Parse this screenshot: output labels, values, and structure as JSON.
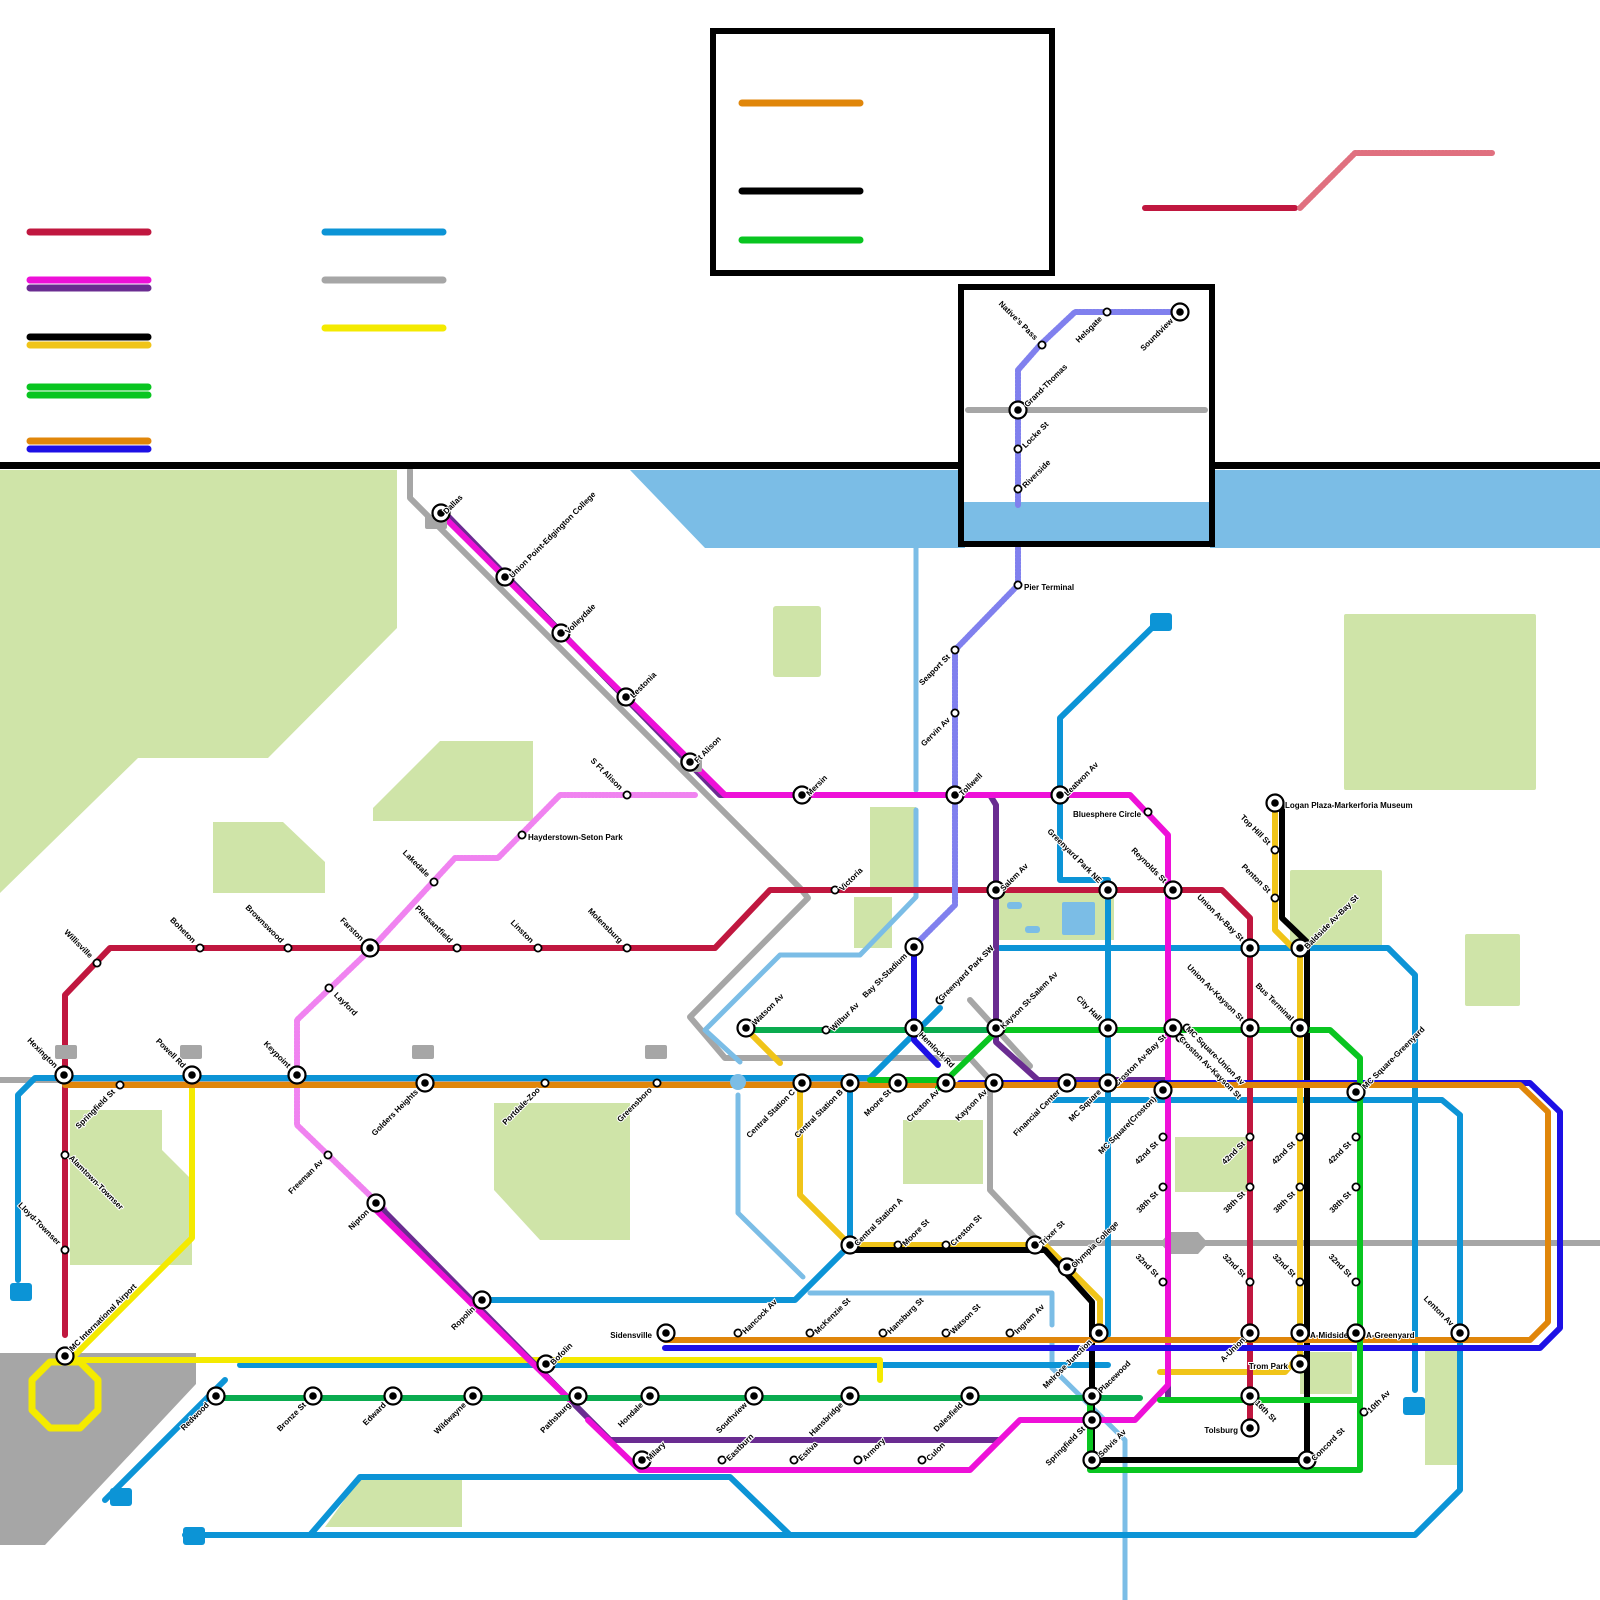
{
  "colors": {
    "park": "#cfe4a8",
    "water": "#7bbde6",
    "urban": "#a6a6a6",
    "frame": "#000000",
    "crimson": "#c0173f",
    "magenta": "#ee10d8",
    "purple": "#6a2c91",
    "black": "#000000",
    "gold": "#f0c419",
    "green": "#09c520",
    "darkgreen": "#0aab4f",
    "orange": "#e0860a",
    "blue": "#1d10e5",
    "cyan": "#0c94d6",
    "lightblue": "#7bbde6",
    "gray": "#a6a6a6",
    "yellow": "#f4ea00",
    "pink": "#f083f0",
    "lavender": "#8080ee",
    "salmon": "#e0707f"
  },
  "legend": {
    "items": [
      {
        "key": "crimson",
        "colors": [
          "crimson"
        ]
      },
      {
        "key": "magenta-purple",
        "colors": [
          "magenta",
          "purple"
        ]
      },
      {
        "key": "black-gold",
        "colors": [
          "black",
          "gold"
        ]
      },
      {
        "key": "green-green",
        "colors": [
          "green",
          "green"
        ]
      },
      {
        "key": "orange-blue",
        "colors": [
          "orange",
          "blue"
        ]
      },
      {
        "key": "cyan",
        "colors": [
          "cyan"
        ]
      },
      {
        "key": "gray",
        "colors": [
          "gray"
        ]
      },
      {
        "key": "yellow",
        "colors": [
          "yellow"
        ]
      },
      {
        "key": "box-orange",
        "colors": [
          "orange"
        ]
      },
      {
        "key": "box-black",
        "colors": [
          "black"
        ]
      },
      {
        "key": "box-green",
        "colors": [
          "green"
        ]
      }
    ]
  },
  "icons": [
    "station-interchange-icon",
    "station-stop-icon",
    "line-terminus-icon"
  ],
  "stations": [
    {
      "id": "dallas",
      "name": "Dallas"
    },
    {
      "id": "union-point-edgington",
      "name": "Union Point-Edgington College"
    },
    {
      "id": "volleydale",
      "name": "Volleydale"
    },
    {
      "id": "lestonia",
      "name": "Lestonia"
    },
    {
      "id": "ft-alison",
      "name": "Ft Alison"
    },
    {
      "id": "mersin",
      "name": "Mersin"
    },
    {
      "id": "tollwell",
      "name": "Tollwell"
    },
    {
      "id": "leatwon-av",
      "name": "Leatwon Av"
    },
    {
      "id": "bluesphere-circle",
      "name": "Bluesphere Circle"
    },
    {
      "id": "s-ft-alison",
      "name": "S Ft Alison"
    },
    {
      "id": "hayderstown-seton-park",
      "name": "Hayderstown-Seton Park"
    },
    {
      "id": "lakedale",
      "name": "Lakedale"
    },
    {
      "id": "pleasantfield",
      "name": "Pleasantfield"
    },
    {
      "id": "farston",
      "name": "Farston"
    },
    {
      "id": "layford",
      "name": "Layford"
    },
    {
      "id": "willisville",
      "name": "Willisville"
    },
    {
      "id": "boheton",
      "name": "Boheton"
    },
    {
      "id": "brownswood",
      "name": "Brownswood"
    },
    {
      "id": "linston",
      "name": "Linston"
    },
    {
      "id": "molensburg",
      "name": "Molensburg"
    },
    {
      "id": "victoria",
      "name": "Victoria"
    },
    {
      "id": "salem-av",
      "name": "Salem Av"
    },
    {
      "id": "greenyard-park-ne",
      "name": "Greenyard Park NE"
    },
    {
      "id": "reynolds-st",
      "name": "Reynolds St"
    },
    {
      "id": "union-av-bay-st",
      "name": "Union Av-Bay St"
    },
    {
      "id": "top-hill-st",
      "name": "Top Hill St"
    },
    {
      "id": "logan-plaza",
      "name": "Logan Plaza-Markerforia Museum"
    },
    {
      "id": "penton-st",
      "name": "Penton St"
    },
    {
      "id": "baldside-av-bay-st",
      "name": "Baldside Av-Bay St"
    },
    {
      "id": "seaport-st",
      "name": "Seaport St"
    },
    {
      "id": "gervin-av",
      "name": "Gervin Av"
    },
    {
      "id": "pier-terminal",
      "name": "Pier Terminal"
    },
    {
      "id": "natives-pass",
      "name": "Native's Pass"
    },
    {
      "id": "helsgate",
      "name": "Helsgate"
    },
    {
      "id": "soundview",
      "name": "Soundview"
    },
    {
      "id": "grand-thomas",
      "name": "Grand-Thomas"
    },
    {
      "id": "locke-st",
      "name": "Locke St"
    },
    {
      "id": "riverside",
      "name": "Riverside"
    },
    {
      "id": "bay-st-stadium",
      "name": "Bay St-Stadium"
    },
    {
      "id": "greenyard-park-sw",
      "name": "Greenyard Park SW"
    },
    {
      "id": "watson-av",
      "name": "Watson Av"
    },
    {
      "id": "wilbur-av",
      "name": "Wilbur Av"
    },
    {
      "id": "hemlock-rd",
      "name": "Hemlock Rd"
    },
    {
      "id": "kayson-st-salem-av",
      "name": "Kayson St-Salem Av"
    },
    {
      "id": "city-hall",
      "name": "City Hall"
    },
    {
      "id": "croston-av-bay-st",
      "name": "Croston Av-Bay St"
    },
    {
      "id": "union-av-kayson-st",
      "name": "Union Av-Kayson St"
    },
    {
      "id": "bus-terminal",
      "name": "Bus Terminal"
    },
    {
      "id": "mc-square-greenyard",
      "name": "MC Square-Greenyard"
    },
    {
      "id": "mc-square-union-av",
      "name": "MC Square-Union Av"
    },
    {
      "id": "croston-av-kayson-st",
      "name": "Croston Av-Kayson St"
    },
    {
      "id": "hexington",
      "name": "Hexington"
    },
    {
      "id": "springfield-st-w",
      "name": "Springfield St"
    },
    {
      "id": "powell-rd",
      "name": "Powell Rd"
    },
    {
      "id": "keypoint",
      "name": "Keypoint"
    },
    {
      "id": "golders-heights",
      "name": "Golders Heights"
    },
    {
      "id": "portdale-zoo",
      "name": "Portdale-Zoo"
    },
    {
      "id": "greensboro",
      "name": "Greensboro"
    },
    {
      "id": "central-station-c",
      "name": "Central Station C"
    },
    {
      "id": "central-station-b",
      "name": "Central Station B"
    },
    {
      "id": "moore-st-n",
      "name": "Moore St"
    },
    {
      "id": "creston-av-n",
      "name": "Creston Av"
    },
    {
      "id": "kayson-av",
      "name": "Kayson Av"
    },
    {
      "id": "financial-center",
      "name": "Financial Center"
    },
    {
      "id": "mc-square",
      "name": "MC Square"
    },
    {
      "id": "mc-square-croston",
      "name": "MC Square(Croston)"
    },
    {
      "id": "42nd-st-a",
      "name": "42nd St"
    },
    {
      "id": "42nd-st-b",
      "name": "42nd St"
    },
    {
      "id": "42nd-st-c",
      "name": "42nd St"
    },
    {
      "id": "42nd-st-d",
      "name": "42nd St"
    },
    {
      "id": "38th-st-a",
      "name": "38th St"
    },
    {
      "id": "38th-st-b",
      "name": "38th St"
    },
    {
      "id": "38th-st-c",
      "name": "38th St"
    },
    {
      "id": "38th-st-d",
      "name": "38th St"
    },
    {
      "id": "32nd-st-a",
      "name": "32nd St"
    },
    {
      "id": "32nd-st-b",
      "name": "32nd St"
    },
    {
      "id": "32nd-st-c",
      "name": "32nd St"
    },
    {
      "id": "32nd-st-d",
      "name": "32nd St"
    },
    {
      "id": "alamtown-townser",
      "name": "Alamtown-Townser"
    },
    {
      "id": "lloyd-townser",
      "name": "Lloyd-Townser"
    },
    {
      "id": "freeman-av",
      "name": "Freeman Av"
    },
    {
      "id": "nipton",
      "name": "Nipton"
    },
    {
      "id": "mc-international-airport",
      "name": "MC International Airport"
    },
    {
      "id": "central-station-a",
      "name": "Central Station A"
    },
    {
      "id": "moore-st-s",
      "name": "Moore St"
    },
    {
      "id": "creston-st",
      "name": "Creston St"
    },
    {
      "id": "trixer-st",
      "name": "Trixer St"
    },
    {
      "id": "olympia-college",
      "name": "Olympia College"
    },
    {
      "id": "ropolin",
      "name": "Ropolin"
    },
    {
      "id": "bofolin",
      "name": "Bofolin"
    },
    {
      "id": "sidensville",
      "name": "Sidensville"
    },
    {
      "id": "hancock-av",
      "name": "Hancock Av"
    },
    {
      "id": "mckenzie-st",
      "name": "McKenzie St"
    },
    {
      "id": "hansburg-st",
      "name": "Hansburg St"
    },
    {
      "id": "watson-st",
      "name": "Watson St"
    },
    {
      "id": "ingram-av",
      "name": "Ingram Av"
    },
    {
      "id": "placewood",
      "name": "Placewood"
    },
    {
      "id": "melrose-junction",
      "name": "Melrose Junction"
    },
    {
      "id": "a-union",
      "name": "A-Union"
    },
    {
      "id": "a-midside",
      "name": "A-Midside"
    },
    {
      "id": "a-greenyard",
      "name": "A-Greenyard"
    },
    {
      "id": "lenton-av",
      "name": "Lenton Av"
    },
    {
      "id": "trom-park",
      "name": "Trom Park"
    },
    {
      "id": "16th-st",
      "name": "16th St"
    },
    {
      "id": "tolsburg",
      "name": "Tolsburg"
    },
    {
      "id": "10th-av",
      "name": "10th Av"
    },
    {
      "id": "concord-st",
      "name": "Concord St"
    },
    {
      "id": "redwood",
      "name": "Redwood"
    },
    {
      "id": "bronze-st",
      "name": "Bronze St"
    },
    {
      "id": "edward",
      "name": "Edward"
    },
    {
      "id": "wildwayne",
      "name": "Wildwayne"
    },
    {
      "id": "pathsburg",
      "name": "Pathsburg"
    },
    {
      "id": "hondale",
      "name": "Hondale"
    },
    {
      "id": "southview",
      "name": "Southview"
    },
    {
      "id": "hansbridge",
      "name": "Hansbridge"
    },
    {
      "id": "dalesfield",
      "name": "Dalesfield"
    },
    {
      "id": "springfield-st-e",
      "name": "Springfield St"
    },
    {
      "id": "solvis-av",
      "name": "Solvis Av"
    },
    {
      "id": "milary",
      "name": "Milary"
    },
    {
      "id": "eastburn",
      "name": "Eastburn"
    },
    {
      "id": "estiva",
      "name": "Estiva"
    },
    {
      "id": "armory",
      "name": "Armory"
    },
    {
      "id": "culon",
      "name": "Culon"
    }
  ]
}
